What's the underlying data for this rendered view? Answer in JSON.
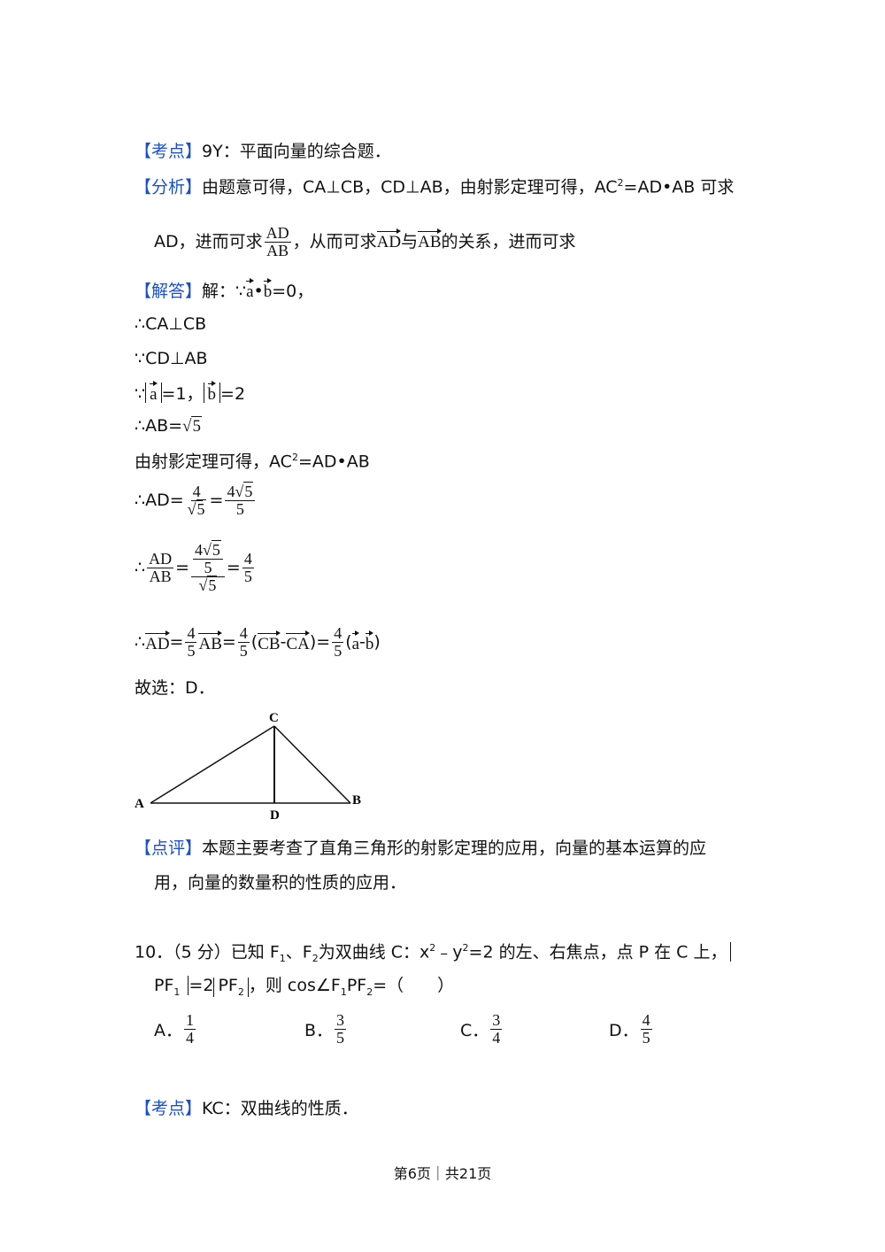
{
  "q9": {
    "kaodian_tag": "【考点】",
    "kaodian_text": "9Y：平面向量的综合题．",
    "fenxi_tag": "【分析】",
    "fenxi_text_a": "由题意可得，CA⊥CB，CD⊥AB，由射影定理可得，AC",
    "fenxi_sup": "2",
    "fenxi_text_b": "=AD•AB 可求",
    "fenxi2_a": "AD，进而可求",
    "frac_ad": "AD",
    "frac_ab": "AB",
    "fenxi2_b": "，从而可求",
    "vec_ad": "AD",
    "fenxi2_c": "与",
    "vec_ab": "AB",
    "fenxi2_d": "的关系，进而可求",
    "jieda_tag": "【解答】",
    "jieda_a": "解：∵",
    "va": "a",
    "dot": "•",
    "vb": "b",
    "jieda_b": "=0，",
    "s1": "∴CA⊥CB",
    "s2": "∵CD⊥AB",
    "s3_a": "∵",
    "s3_b": "=1，",
    "s3_c": "=2",
    "s4_a": "∴AB=",
    "five": "5",
    "s5_a": "由射影定理可得，AC",
    "s5_b": "=AD•AB",
    "s6_a": "∴AD=",
    "four": "4",
    "eq": "=",
    "s8_a": "∴",
    "cb": "CB",
    "ca": "CA",
    "minus": "-",
    "lp": "(",
    "rp": ")",
    "guxuan": "故选：D．",
    "dianping_tag": "【点评】",
    "dianping_a": "本题主要考查了直角三角形的射影定理的应用，向量的基本运算的应",
    "dianping_b": "用，向量的数量积的性质的应用．"
  },
  "diagram": {
    "A": "A",
    "B": "B",
    "C": "C",
    "D": "D"
  },
  "q10": {
    "head_a": "10．（5 分）已知 F",
    "sub1": "1",
    "head_b": "、F",
    "sub2": "2",
    "head_c": "为双曲线 C：x",
    "sup2": "2",
    "head_d": "﹣y",
    "head_e": "=2 的左、右焦点，点 P 在 C 上，",
    "line2_a": "PF",
    "line2_b": "=2",
    "line2_c": "PF",
    "line2_d": "，则 cos∠F",
    "line2_e": "PF",
    "line2_f": "=（　　）",
    "options": [
      {
        "label": "A．",
        "num": "1",
        "den": "4"
      },
      {
        "label": "B．",
        "num": "3",
        "den": "5"
      },
      {
        "label": "C．",
        "num": "3",
        "den": "4"
      },
      {
        "label": "D．",
        "num": "4",
        "den": "5"
      }
    ],
    "kaodian_tag": "【考点】",
    "kaodian_text": "KC：双曲线的性质．"
  },
  "footer": "第6页｜共21页"
}
